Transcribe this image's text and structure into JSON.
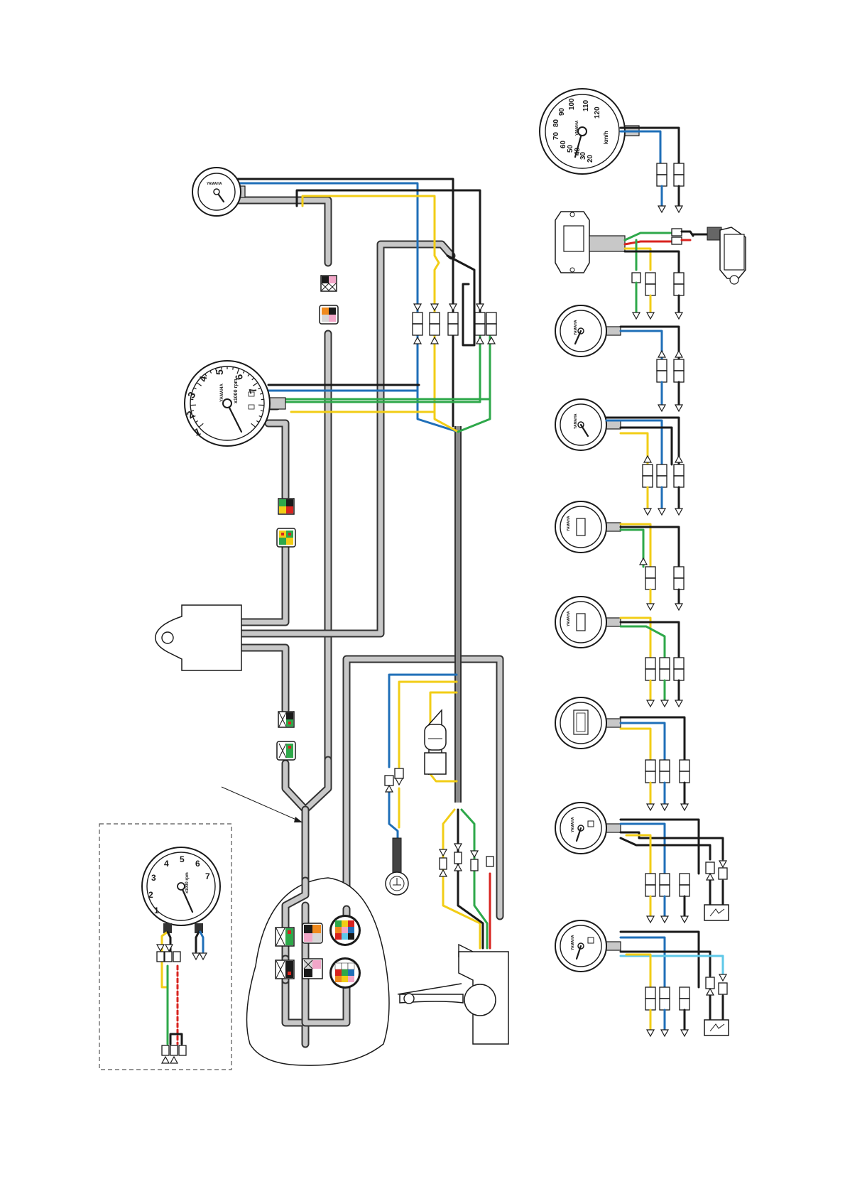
{
  "title": "",
  "tachometer": {
    "brand": "YAMAHA",
    "unit": "x1000 rpm",
    "dial_numbers": [
      "1",
      "2",
      "3",
      "4",
      "5",
      "6",
      "7"
    ]
  },
  "speedometer": {
    "brand": "YAMAHA",
    "unit": "km/h",
    "dial_numbers": [
      "20",
      "30",
      "40",
      "50",
      "60",
      "70",
      "80",
      "90",
      "100",
      "110",
      "120"
    ]
  },
  "small_gauge_brand": "YAMAHA",
  "colors": {
    "wire_blue": "#1f6fb8",
    "wire_black": "#1a1a1a",
    "wire_yellow": "#f2cd16",
    "wire_green": "#2ea84a",
    "wire_red": "#d8231f",
    "wire_light_blue": "#5ec8e8",
    "connector_orange": "#f08a1e",
    "connector_pink": "#f2a6c8",
    "harness": "#c8c8c8"
  },
  "icons": [
    "tachometer-icon",
    "speedometer-icon",
    "trim-gauge-icon",
    "voltmeter-icon",
    "hour-meter-icon",
    "water-pressure-icon",
    "fuel-gauge-icon",
    "water-temp-gauge-icon",
    "control-box-icon",
    "buzzer-icon",
    "indicator-lamp-icon",
    "remote-control-box-icon",
    "sensor-icon",
    "connector-icon",
    "arrow-pointer-icon"
  ]
}
